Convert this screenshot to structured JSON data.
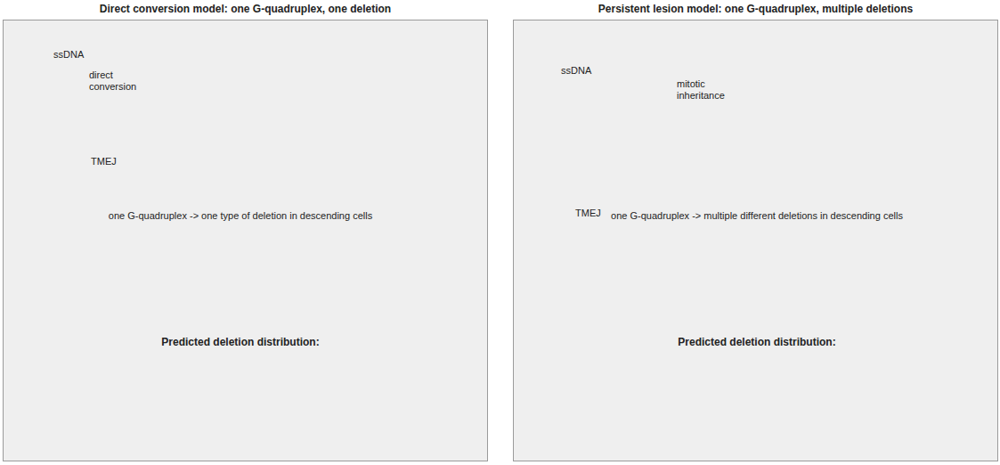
{
  "diagram": {
    "nodes": [
      {
        "text": [
          "Direct conversion model: one G-quadruplex, one deletion"
        ]
      },
      {
        "text": [
          "Persistent lesion model: one G-quadruplex, multiple deletions"
        ]
      }
    ],
    "labels": [
      "ssDNA",
      "direct conversion",
      "TMEJ",
      "one G-quadruplex -> one type of deletion in descending cells",
      "Predicted deletion distribution:",
      "ssDNA",
      "mitotic inheritance",
      "TMEJ",
      "one G-quadruplex -> multiple different deletions in descending cells",
      "Predicted deletion distribution:"
    ]
  }
}
